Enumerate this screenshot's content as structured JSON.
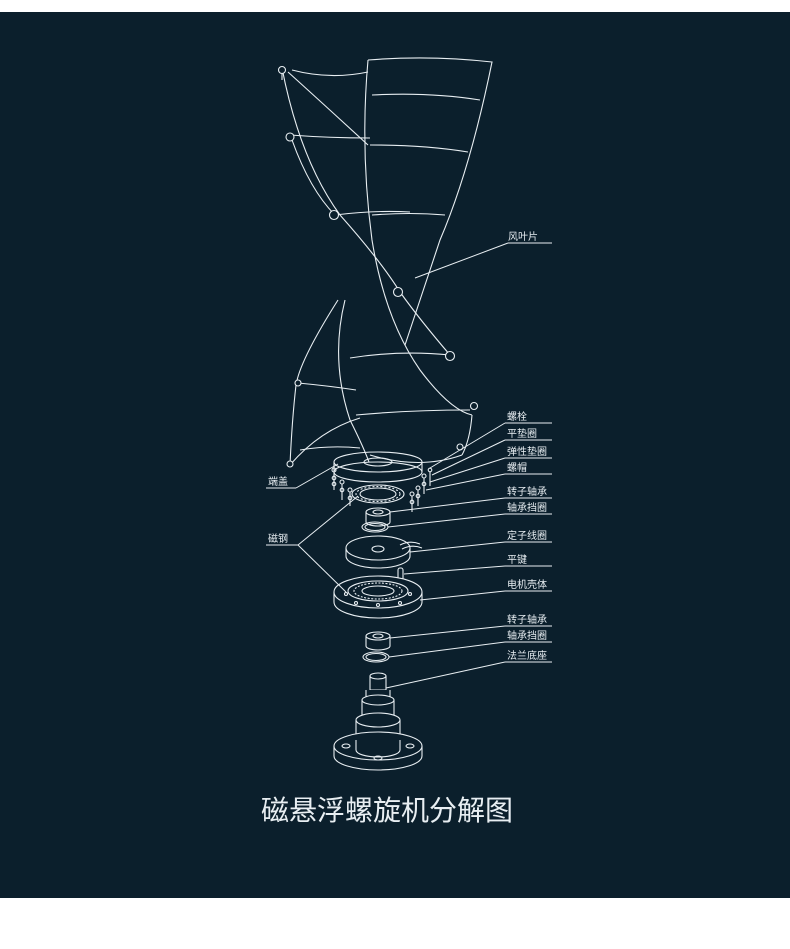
{
  "labels": {
    "blade": "风叶片",
    "bolt": "螺栓",
    "flat_washer": "平垫圈",
    "spring_washer": "弹性垫圈",
    "nut": "螺帽",
    "end_cap": "端盖",
    "rotor_bearing_top": "转子轴承",
    "retaining_ring_top": "轴承挡圈",
    "magnet": "磁钢",
    "stator_coil": "定子线圈",
    "flat_key": "平键",
    "motor_housing": "电机壳体",
    "rotor_bearing_bottom": "转子轴承",
    "retaining_ring_bottom": "轴承挡圈",
    "flange_base": "法兰底座"
  },
  "caption": "磁悬浮螺旋机分解图",
  "colors": {
    "background": "#0b1f2c",
    "line": "#e8eef2",
    "page": "#ffffff"
  }
}
